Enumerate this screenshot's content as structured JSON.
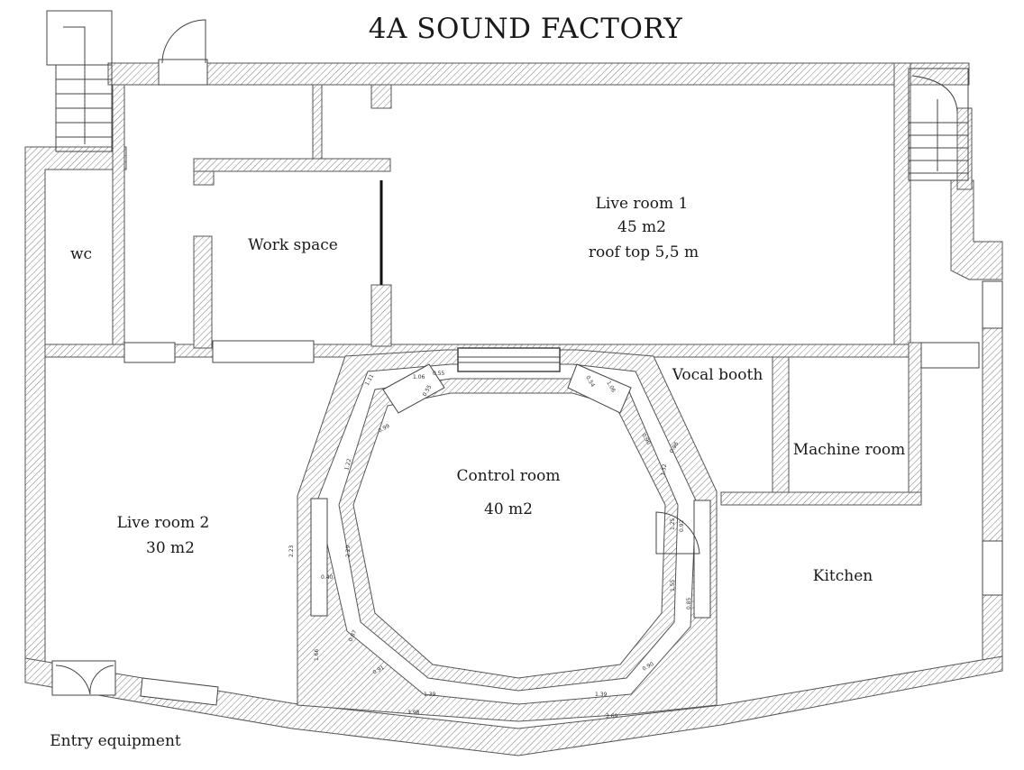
{
  "title": "4A SOUND FACTORY",
  "rooms": {
    "wc": "wc",
    "work_space": "Work space",
    "live_room_1": {
      "name": "Live room 1",
      "area": "45 m2",
      "roof": "roof top  5,5 m"
    },
    "vocal_booth": "Vocal booth",
    "machine_room": "Machine room",
    "control_room": {
      "name": "Control room",
      "area": "40 m2"
    },
    "live_room_2": {
      "name": "Live room 2",
      "area": "30 m2"
    },
    "kitchen": "Kitchen",
    "entry": "Entry equipment"
  },
  "dimensions": [
    "1.11",
    "1.06",
    "0.55",
    "0.55",
    "0.54",
    "1.06",
    "0.90",
    "0.99",
    "1.22",
    "1.32",
    "0.96",
    "1.25",
    "0.92",
    "2.23",
    "2.29",
    "0.40",
    "1.55",
    "0.85",
    "0.87",
    "0.91",
    "1.39",
    "1.39",
    "0.90",
    "3.98",
    "3.69",
    "1.66"
  ]
}
